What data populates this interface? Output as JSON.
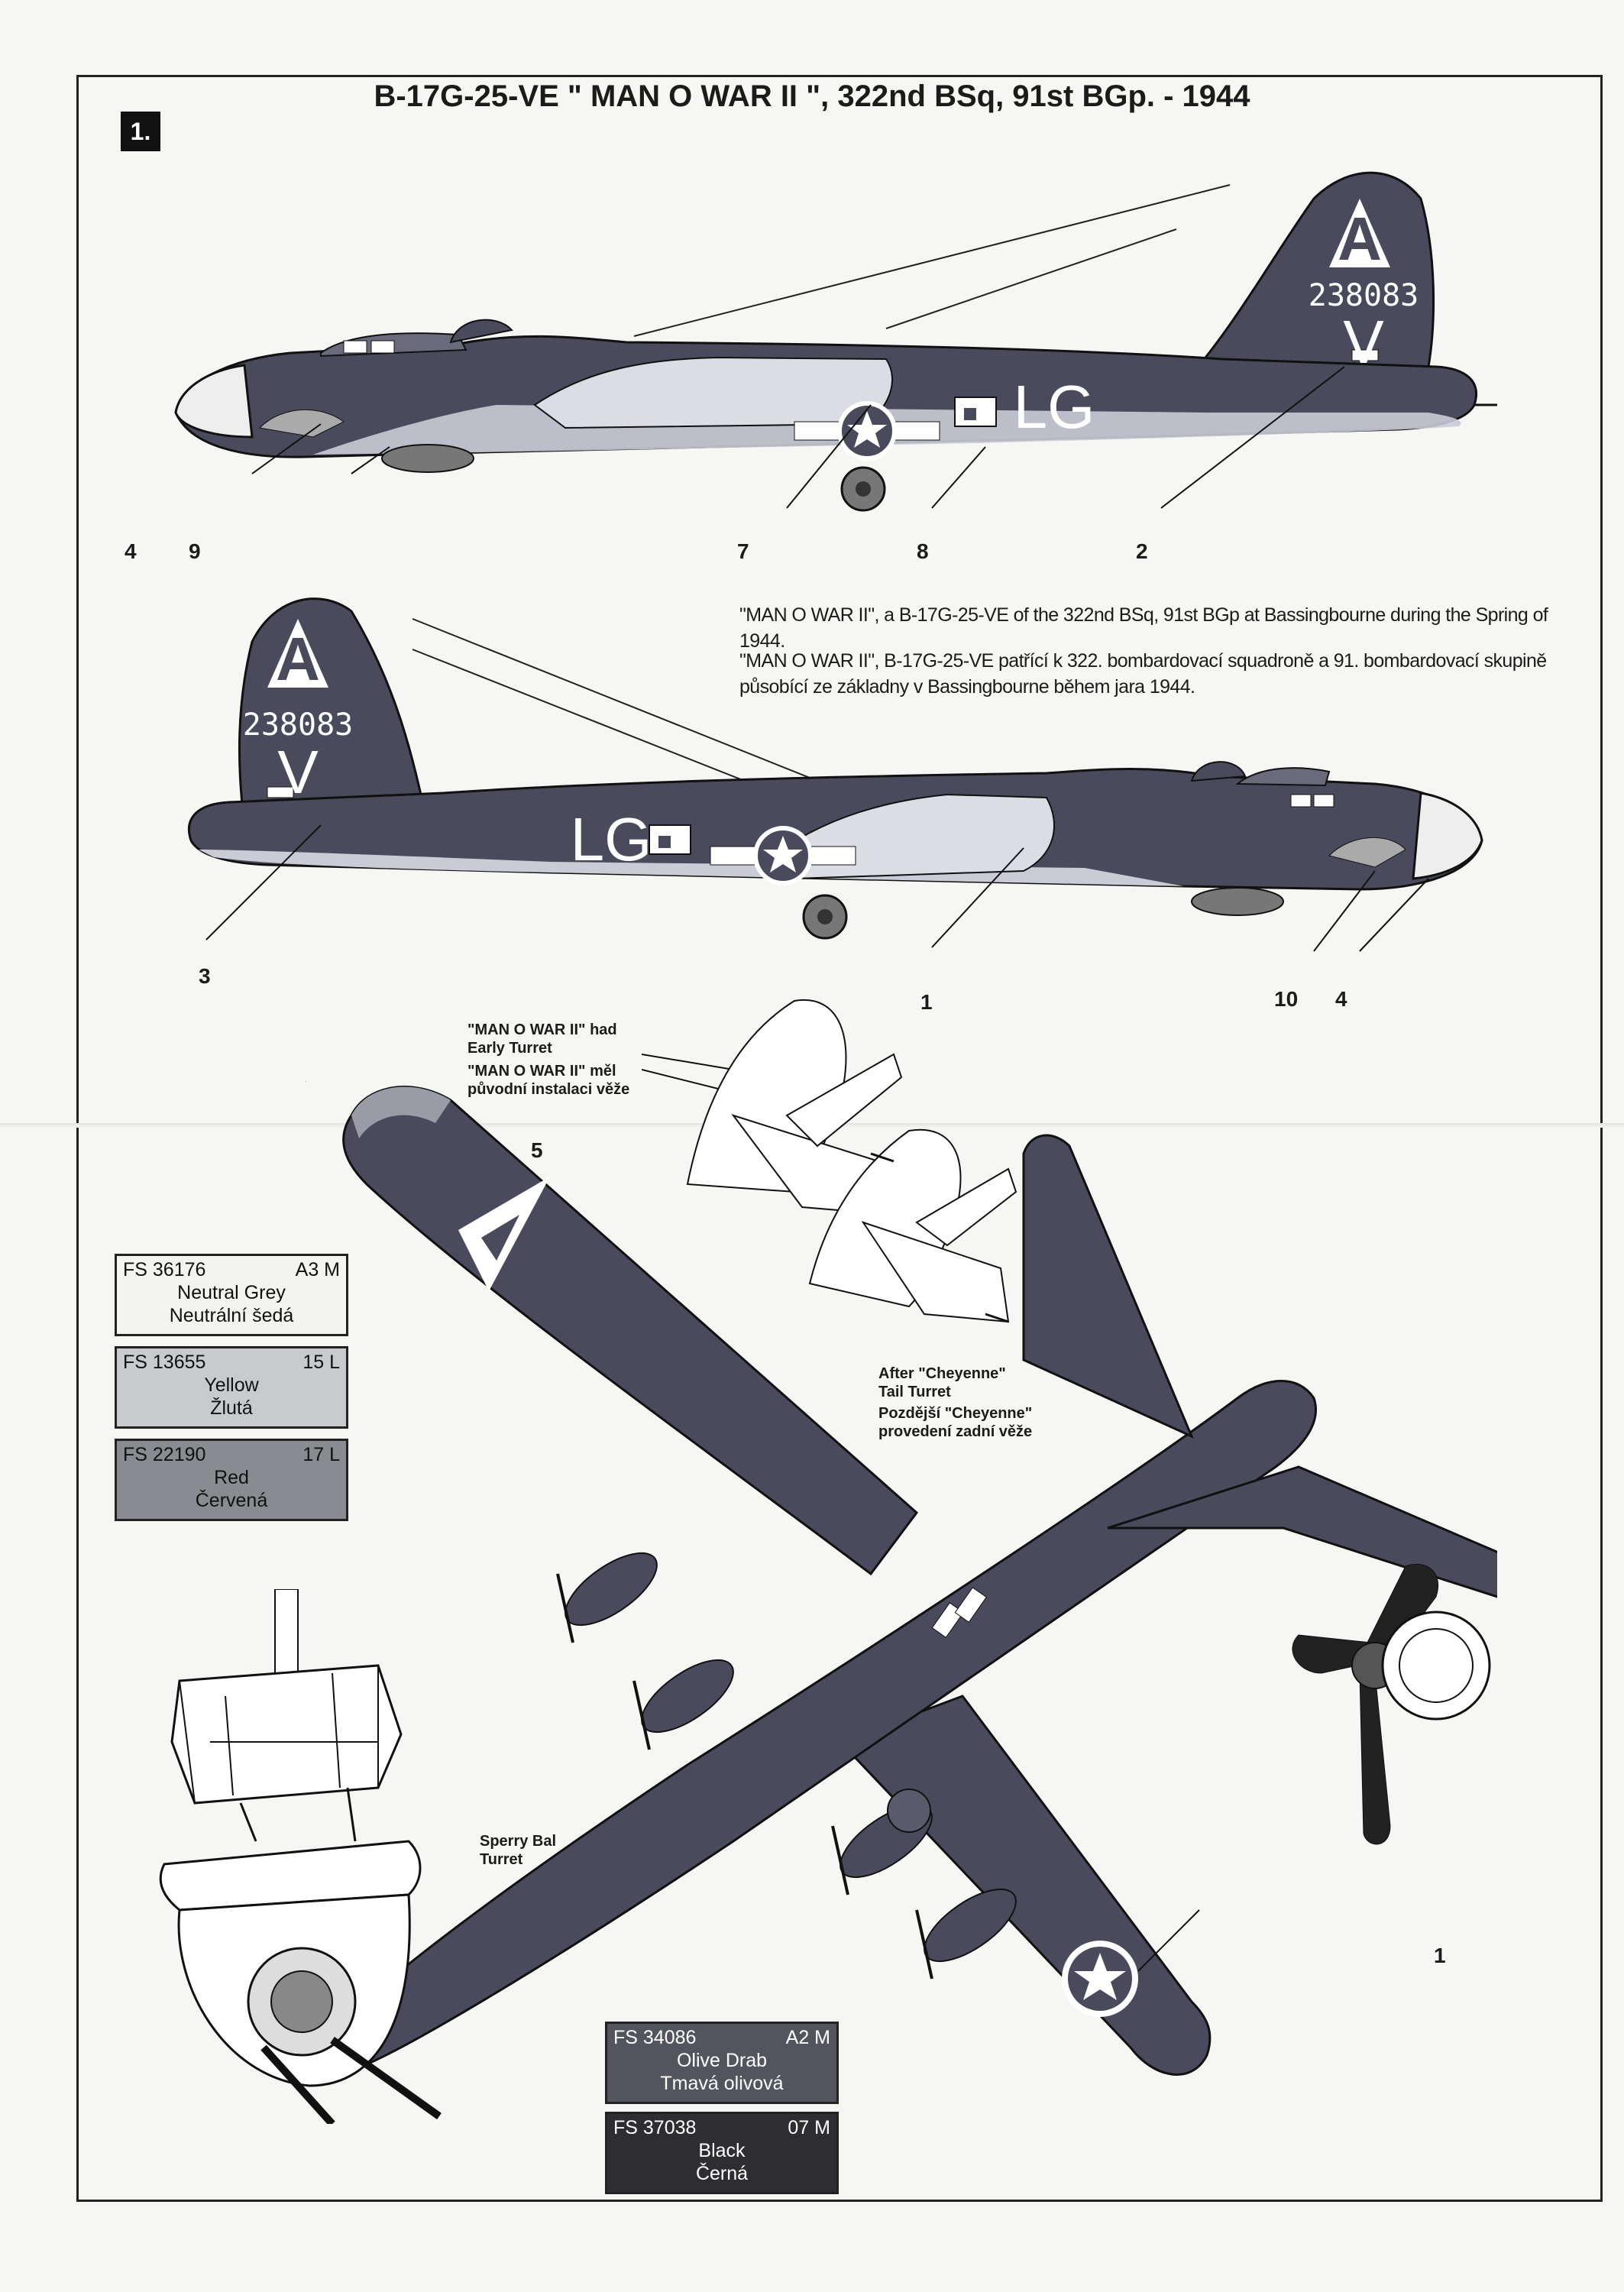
{
  "badge": "1.",
  "title": "B-17G-25-VE \" MAN O WAR II \", 322nd BSq, 91st BGp. - 1944",
  "description_en": "\"MAN O WAR II\", a B-17G-25-VE of the 322nd BSq, 91st BGp at Bassingbourne during the Spring of 1944.",
  "description_cz_line1": "\"MAN O WAR II\", B-17G-25-VE patřící k 322. bombardovací squadroně a 91. bombardovací skupině",
  "description_cz_line2": "působící ze základny v Bassingbourne během jara 1944.",
  "markings": {
    "tail_letter_top": "A",
    "serial": "238083",
    "tail_letter_bottom": "V",
    "squadron_code": "LG"
  },
  "callouts": {
    "c4a": "4",
    "c9": "9",
    "c7": "7",
    "c8": "8",
    "c2": "2",
    "c3": "3",
    "c1a": "1",
    "c10": "10",
    "c4b": "4",
    "c5": "5",
    "c1b": "1"
  },
  "notes": {
    "early_turret_en_1": "\"MAN O WAR II\" had",
    "early_turret_en_2": "Early Turret",
    "early_turret_cz_1": "\"MAN O WAR II\" měl",
    "early_turret_cz_2": "původní instalaci věže",
    "cheyenne_en_1": "After \"Cheyenne\"",
    "cheyenne_en_2": "Tail Turret",
    "cheyenne_cz_1": "Pozdější \"Cheyenne\"",
    "cheyenne_cz_2": "provedení zadní věže",
    "ball_turret_1": "Sperry Bal",
    "ball_turret_2": "Turret"
  },
  "colors": {
    "olive_drab": "#4a4a5c",
    "neutral_grey": "#c9cbd6",
    "yellow": "#c7c9cd",
    "red": "#8b8d94",
    "black": "#3a3a40"
  },
  "swatches": [
    {
      "code": "FS 36176",
      "ref": "A3 M",
      "name_en": "Neutral Grey",
      "name_cz": "Neutrální šedá",
      "color": "#f3f3f1",
      "text": "#111"
    },
    {
      "code": "FS 13655",
      "ref": "15 L",
      "name_en": "Yellow",
      "name_cz": "Žlutá",
      "color": "#c9cacd",
      "text": "#111"
    },
    {
      "code": "FS 22190",
      "ref": "17 L",
      "name_en": "Red",
      "name_cz": "Červená",
      "color": "#8a8b90",
      "text": "#111"
    },
    {
      "code": "FS 34086",
      "ref": "A2 M",
      "name_en": "Olive Drab",
      "name_cz": "Tmavá olivová",
      "color": "#54545f",
      "text": "#fff"
    },
    {
      "code": "FS 37038",
      "ref": "07 M",
      "name_en": "Black",
      "name_cz": "Černá",
      "color": "#2d2d32",
      "text": "#fff"
    }
  ]
}
